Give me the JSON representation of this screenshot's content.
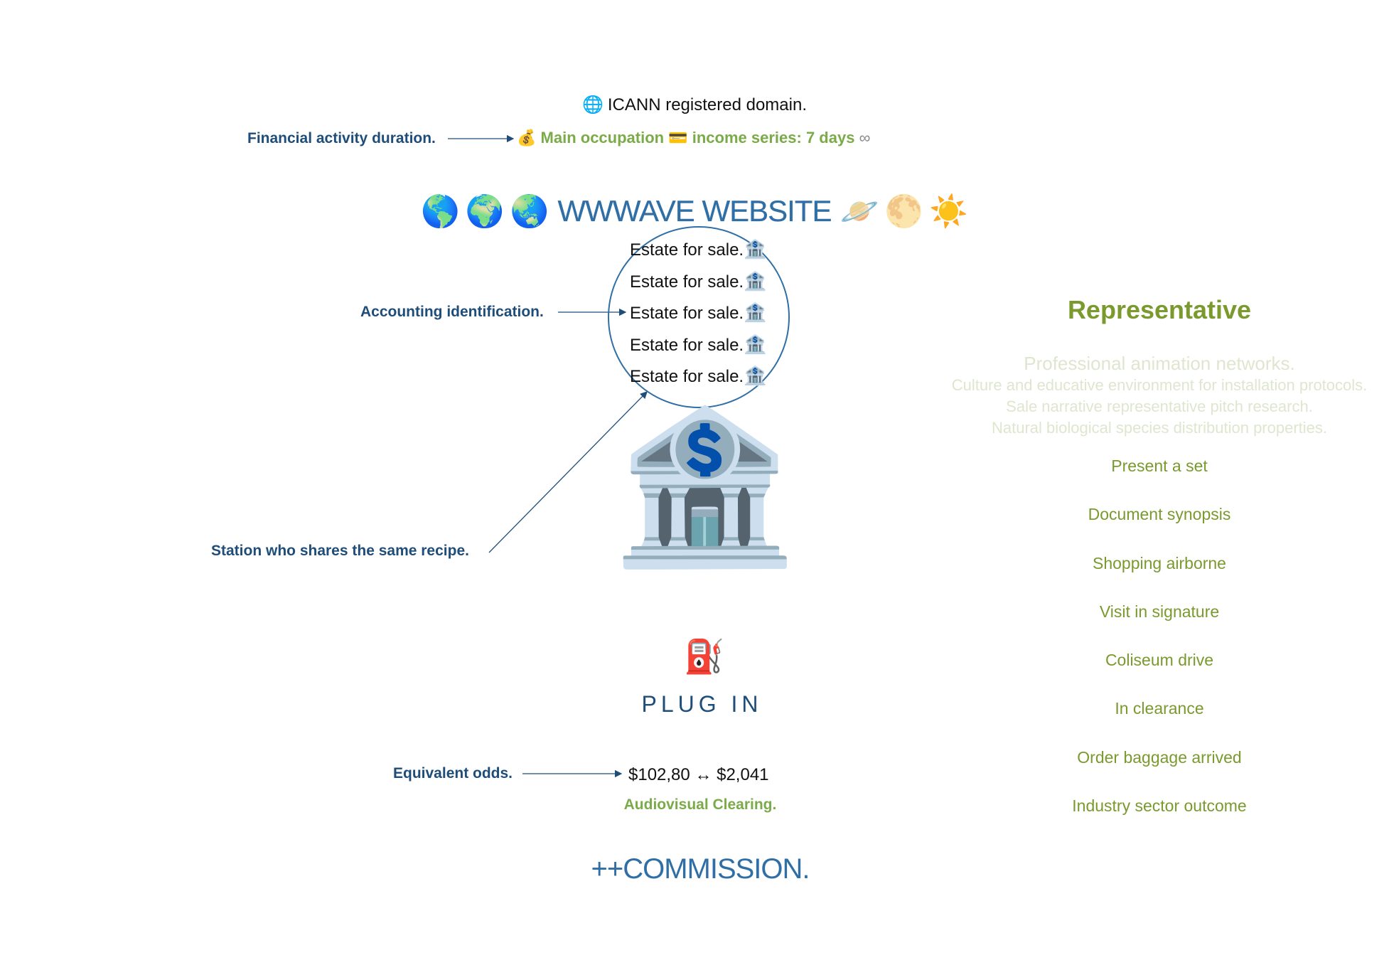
{
  "header": {
    "globe_icon": "🌐",
    "domain_text": "ICANN registered domain.",
    "income": {
      "money_bag_icon": "💰",
      "main_occupation": "Main occupation",
      "card_icon": "💳",
      "series_text": "income series: 7 days",
      "infinity": "∞"
    }
  },
  "site_title": {
    "left_emojis": [
      "🌎",
      "🌍",
      "🌏"
    ],
    "label": "WWWAVE WEBSITE",
    "right_emojis": [
      "🪐",
      "🌕",
      "☀️"
    ]
  },
  "estate": {
    "items": [
      {
        "label": "Estate for sale.",
        "icon": "🏦"
      },
      {
        "label": "Estate for sale.",
        "icon": "🏦"
      },
      {
        "label": "Estate for sale.",
        "icon": "🏦"
      },
      {
        "label": "Estate for sale.",
        "icon": "🏦"
      },
      {
        "label": "Estate for sale.",
        "icon": "🏦"
      }
    ]
  },
  "bank_icon": "🏦",
  "fuel_icon": "⛽",
  "plug_label": "PLUG IN",
  "odds": {
    "value_a": "$102,80",
    "arrow": "↔",
    "value_b": "$2,041"
  },
  "clearing_label": "Audiovisual Clearing.",
  "commission_label": "++COMMISSION.",
  "annotations": {
    "financial": "Financial activity duration.",
    "accounting": "Accounting identification.",
    "station": "Station who shares the same recipe.",
    "odds": "Equivalent odds."
  },
  "representative": {
    "title": "Representative",
    "subtitle": "Professional animation networks.",
    "lines": [
      "Culture and educative environment for installation protocols.",
      "Sale narrative representative pitch research.",
      "Natural biological species distribution properties."
    ],
    "links": [
      "Present a set",
      "Document synopsis",
      "Shopping airborne",
      "Visit in signature",
      "Coliseum drive",
      "In clearance",
      "Order baggage arrived",
      "Industry sector outcome"
    ]
  },
  "colors": {
    "annotation": "#1f4d7a",
    "accent_green": "#7aab48",
    "olive": "#7a9a2e",
    "blue": "#2f6fa5",
    "faded": "#dfe6cf"
  }
}
